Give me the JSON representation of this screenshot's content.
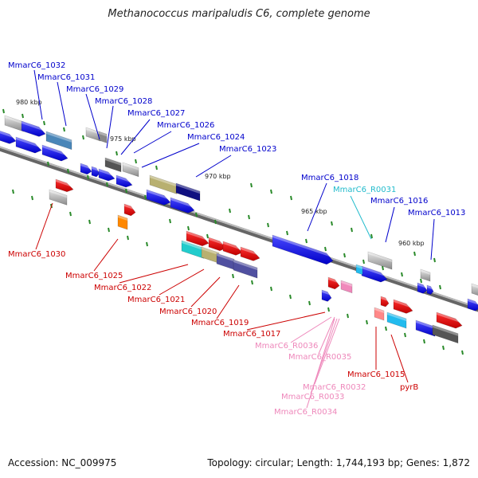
{
  "title": "Methanococcus maripaludis C6, complete genome",
  "footer": {
    "accession": "Accession: NC_009975",
    "info": "Topology: circular; Length: 1,744,193 bp; Genes: 1,872"
  },
  "colors": {
    "top_label": "#0000cc",
    "bottom_label": "#cc0000",
    "rna_label": "#ee88bb",
    "trna_label": "#22bbcc",
    "backbone": "#888888",
    "tick": "#2a8a2a"
  },
  "ticks": [
    {
      "label": "980 kbp"
    },
    {
      "label": "975 kbp"
    },
    {
      "label": "970 kbp"
    },
    {
      "label": "965 kbp"
    },
    {
      "label": "960 kbp"
    }
  ],
  "labels_top": [
    {
      "text": "MmarC6_1032"
    },
    {
      "text": "MmarC6_1031"
    },
    {
      "text": "MmarC6_1029"
    },
    {
      "text": "MmarC6_1028"
    },
    {
      "text": "MmarC6_1027"
    },
    {
      "text": "MmarC6_1026"
    },
    {
      "text": "MmarC6_1024"
    },
    {
      "text": "MmarC6_1023"
    },
    {
      "text": "MmarC6_1018"
    },
    {
      "text": "MmarC6_R0031"
    },
    {
      "text": "MmarC6_1016"
    },
    {
      "text": "MmarC6_1013"
    }
  ],
  "labels_bottom": [
    {
      "text": "MmarC6_1030"
    },
    {
      "text": "MmarC6_1025"
    },
    {
      "text": "MmarC6_1022"
    },
    {
      "text": "MmarC6_1021"
    },
    {
      "text": "MmarC6_1020"
    },
    {
      "text": "MmarC6_1019"
    },
    {
      "text": "MmarC6_1017"
    },
    {
      "text": "MmarC6_R0036"
    },
    {
      "text": "MmarC6_R0035"
    },
    {
      "text": "MmarC6_R0032"
    },
    {
      "text": "MmarC6_R0033"
    },
    {
      "text": "MmarC6_R0034"
    },
    {
      "text": "MmarC6_1015"
    },
    {
      "text": "pyrB"
    }
  ]
}
